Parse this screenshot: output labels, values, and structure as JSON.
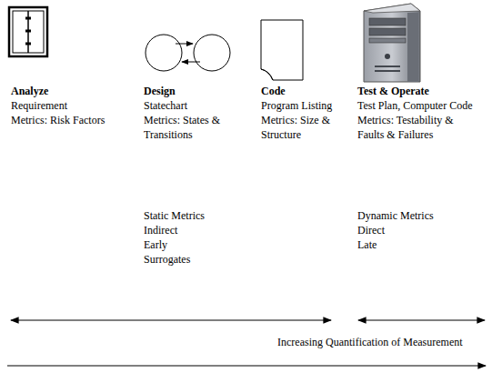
{
  "diagram": {
    "labels": [
      "Analyze",
      "Requirement",
      "Metrics: Risk Factors",
      "Design",
      "Statechart",
      "Metrics: States & Transitions",
      "Code",
      "Program Listing",
      "Metrics: Size & Structure",
      "Test & Operate",
      "Test Plan, Computer Code",
      "Metrics: Testability & Faults & Failures",
      "Static Metrics",
      "Indirect",
      "Early",
      "Surrogates",
      "Dynamic Metrics",
      "Direct",
      "Late",
      "Increasing Quantification of Measurement"
    ]
  }
}
